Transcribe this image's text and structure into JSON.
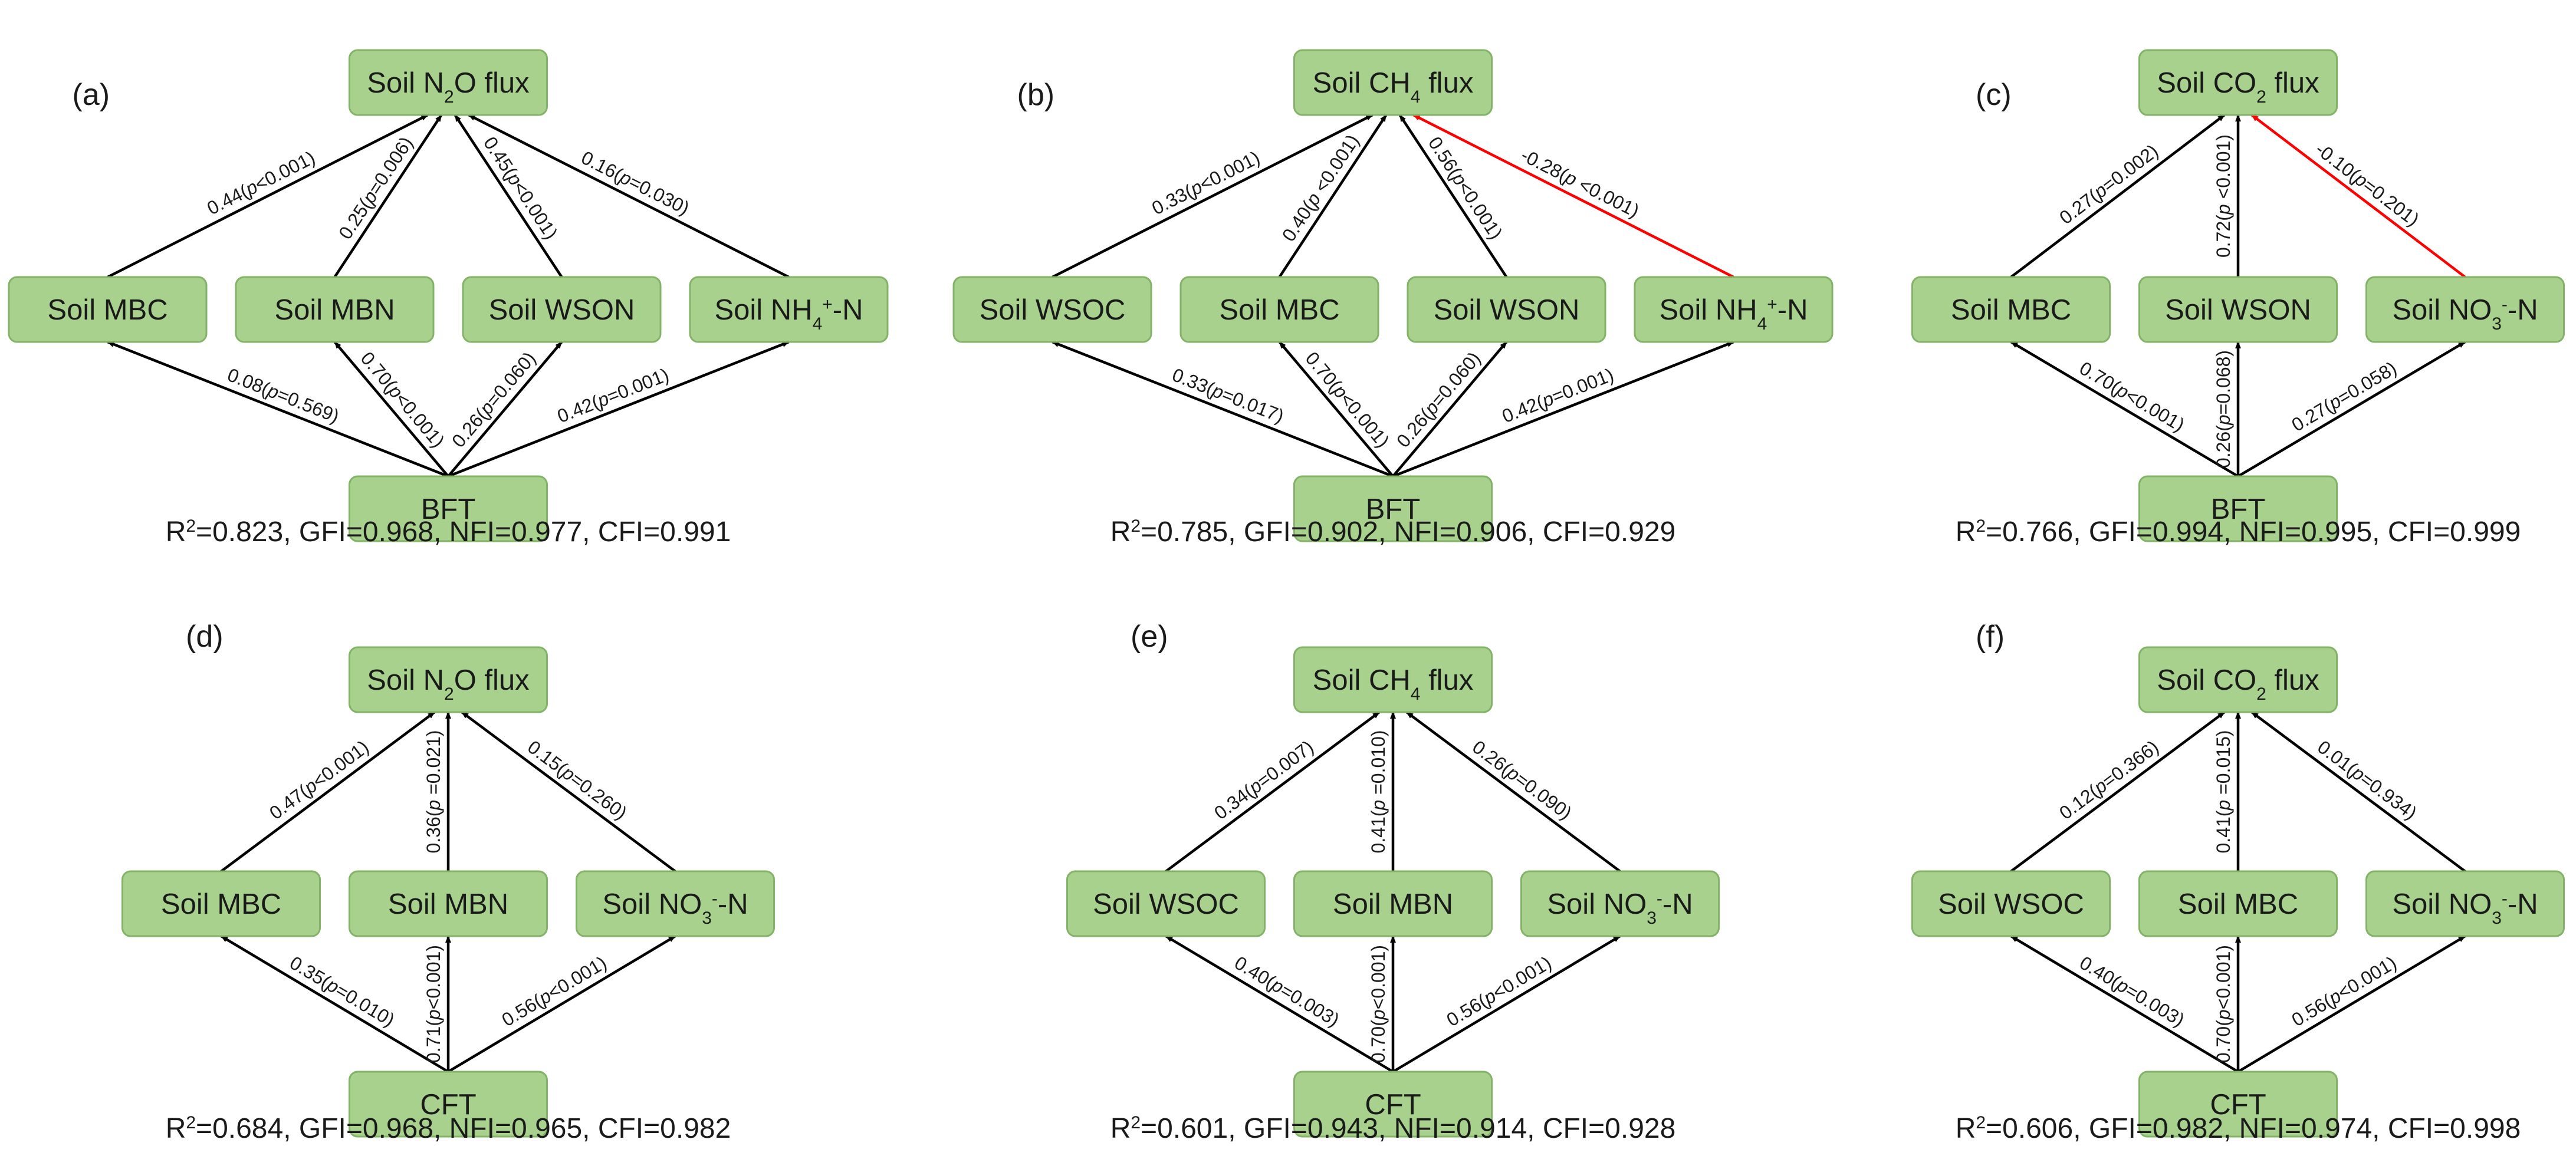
{
  "colors": {
    "box_fill": "#a9d18e",
    "box_stroke": "#82b366",
    "positive_path": "#000000",
    "negative_path": "#ff0000"
  },
  "panels": [
    {
      "id": "a",
      "letter": "(a)",
      "target": {
        "id": "t",
        "label": [
          [
            "Soil N"
          ],
          [
            "2",
            "sub"
          ],
          [
            "O flux"
          ]
        ]
      },
      "mediators": [
        {
          "id": "m1",
          "label": [
            [
              "Soil MBC"
            ]
          ]
        },
        {
          "id": "m2",
          "label": [
            [
              "Soil MBN"
            ]
          ]
        },
        {
          "id": "m3",
          "label": [
            [
              "Soil WSON"
            ]
          ]
        },
        {
          "id": "m4",
          "label": [
            [
              "Soil NH"
            ],
            [
              "4",
              "sub"
            ],
            [
              "+",
              "sup"
            ],
            [
              "-N"
            ]
          ]
        }
      ],
      "source": {
        "id": "s",
        "label": [
          [
            "BFT"
          ]
        ]
      },
      "paths": [
        {
          "from": "m1",
          "to": "t",
          "label": [
            [
              "0.44("
            ],
            [
              "p",
              "i"
            ],
            [
              "<0.001)"
            ]
          ],
          "sign": "pos"
        },
        {
          "from": "m2",
          "to": "t",
          "label": [
            [
              "0.25("
            ],
            [
              "p",
              "i"
            ],
            [
              "=0.006)"
            ]
          ],
          "sign": "pos"
        },
        {
          "from": "m3",
          "to": "t",
          "label": [
            [
              "0.45("
            ],
            [
              "p",
              "i"
            ],
            [
              "<0.001)"
            ]
          ],
          "sign": "pos"
        },
        {
          "from": "m4",
          "to": "t",
          "label": [
            [
              "0.16("
            ],
            [
              "p",
              "i"
            ],
            [
              "=0.030)"
            ]
          ],
          "sign": "pos"
        },
        {
          "from": "s",
          "to": "m1",
          "label": [
            [
              "0.08("
            ],
            [
              "p",
              "i"
            ],
            [
              "=0.569)"
            ]
          ],
          "sign": "pos"
        },
        {
          "from": "s",
          "to": "m2",
          "label": [
            [
              "0.70("
            ],
            [
              "p",
              "i"
            ],
            [
              "<0.001)"
            ]
          ],
          "sign": "pos"
        },
        {
          "from": "s",
          "to": "m3",
          "label": [
            [
              "0.26("
            ],
            [
              "p",
              "i"
            ],
            [
              "=0.060)"
            ]
          ],
          "sign": "pos"
        },
        {
          "from": "s",
          "to": "m4",
          "label": [
            [
              "0.42("
            ],
            [
              "p",
              "i"
            ],
            [
              "=0.001)"
            ]
          ],
          "sign": "pos"
        }
      ],
      "fit": [
        [
          "R"
        ],
        [
          "2",
          "sup"
        ],
        [
          "=0.823, GFI=0.968, NFI=0.977, CFI=0.991"
        ]
      ]
    },
    {
      "id": "b",
      "letter": "(b)",
      "target": {
        "id": "t",
        "label": [
          [
            "Soil CH"
          ],
          [
            "4",
            "sub"
          ],
          [
            " flux"
          ]
        ]
      },
      "mediators": [
        {
          "id": "m1",
          "label": [
            [
              "Soil WSOC"
            ]
          ]
        },
        {
          "id": "m2",
          "label": [
            [
              "Soil MBC"
            ]
          ]
        },
        {
          "id": "m3",
          "label": [
            [
              "Soil WSON"
            ]
          ]
        },
        {
          "id": "m4",
          "label": [
            [
              "Soil NH"
            ],
            [
              "4",
              "sub"
            ],
            [
              "+",
              "sup"
            ],
            [
              "-N"
            ]
          ]
        }
      ],
      "source": {
        "id": "s",
        "label": [
          [
            "BFT"
          ]
        ]
      },
      "paths": [
        {
          "from": "m1",
          "to": "t",
          "label": [
            [
              "0.33("
            ],
            [
              "p",
              "i"
            ],
            [
              "<0.001)"
            ]
          ],
          "sign": "pos"
        },
        {
          "from": "m2",
          "to": "t",
          "label": [
            [
              "0.40("
            ],
            [
              "p",
              "i"
            ],
            [
              " <0.001)"
            ]
          ],
          "sign": "pos"
        },
        {
          "from": "m3",
          "to": "t",
          "label": [
            [
              "0.56("
            ],
            [
              "p",
              "i"
            ],
            [
              "<0.001)"
            ]
          ],
          "sign": "pos"
        },
        {
          "from": "m4",
          "to": "t",
          "label": [
            [
              "-0.28("
            ],
            [
              "p",
              "i"
            ],
            [
              " <0.001)"
            ]
          ],
          "sign": "neg"
        },
        {
          "from": "s",
          "to": "m1",
          "label": [
            [
              "0.33("
            ],
            [
              "p",
              "i"
            ],
            [
              "=0.017)"
            ]
          ],
          "sign": "pos"
        },
        {
          "from": "s",
          "to": "m2",
          "label": [
            [
              "0.70("
            ],
            [
              "p",
              "i"
            ],
            [
              "<0.001)"
            ]
          ],
          "sign": "pos"
        },
        {
          "from": "s",
          "to": "m3",
          "label": [
            [
              "0.26("
            ],
            [
              "p",
              "i"
            ],
            [
              "=0.060)"
            ]
          ],
          "sign": "pos"
        },
        {
          "from": "s",
          "to": "m4",
          "label": [
            [
              "0.42("
            ],
            [
              "p",
              "i"
            ],
            [
              "=0.001)"
            ]
          ],
          "sign": "pos"
        }
      ],
      "fit": [
        [
          "R"
        ],
        [
          "2",
          "sup"
        ],
        [
          "=0.785, GFI=0.902, NFI=0.906, CFI=0.929"
        ]
      ]
    },
    {
      "id": "c",
      "letter": "(c)",
      "target": {
        "id": "t",
        "label": [
          [
            "Soil CO"
          ],
          [
            "2",
            "sub"
          ],
          [
            " flux"
          ]
        ]
      },
      "mediators": [
        {
          "id": "m1",
          "label": [
            [
              "Soil MBC"
            ]
          ]
        },
        {
          "id": "m2",
          "label": [
            [
              "Soil WSON"
            ]
          ]
        },
        {
          "id": "m3",
          "label": [
            [
              "Soil NO"
            ],
            [
              "3",
              "sub"
            ],
            [
              "-",
              "sup"
            ],
            [
              "-N"
            ]
          ]
        }
      ],
      "source": {
        "id": "s",
        "label": [
          [
            "BFT"
          ]
        ]
      },
      "paths": [
        {
          "from": "m1",
          "to": "t",
          "label": [
            [
              "0.27("
            ],
            [
              "p",
              "i"
            ],
            [
              "=0.002)"
            ]
          ],
          "sign": "pos"
        },
        {
          "from": "m2",
          "to": "t",
          "label": [
            [
              "0.72("
            ],
            [
              "p",
              "i"
            ],
            [
              " <0.001)"
            ]
          ],
          "sign": "pos"
        },
        {
          "from": "m3",
          "to": "t",
          "label": [
            [
              "-0.10("
            ],
            [
              "p",
              "i"
            ],
            [
              "=0.201)"
            ]
          ],
          "sign": "neg"
        },
        {
          "from": "s",
          "to": "m1",
          "label": [
            [
              "0.70("
            ],
            [
              "p",
              "i"
            ],
            [
              "<0.001)"
            ]
          ],
          "sign": "pos"
        },
        {
          "from": "s",
          "to": "m2",
          "label": [
            [
              "0.26("
            ],
            [
              "p",
              "i"
            ],
            [
              "=0.068)"
            ]
          ],
          "sign": "pos"
        },
        {
          "from": "s",
          "to": "m3",
          "label": [
            [
              "0.27("
            ],
            [
              "p",
              "i"
            ],
            [
              "=0.058)"
            ]
          ],
          "sign": "pos"
        }
      ],
      "fit": [
        [
          "R"
        ],
        [
          "2",
          "sup"
        ],
        [
          "=0.766, GFI=0.994, NFI=0.995, CFI=0.999"
        ]
      ]
    },
    {
      "id": "d",
      "letter": "(d)",
      "target": {
        "id": "t",
        "label": [
          [
            "Soil N"
          ],
          [
            "2",
            "sub"
          ],
          [
            "O flux"
          ]
        ]
      },
      "mediators": [
        {
          "id": "m1",
          "label": [
            [
              "Soil MBC"
            ]
          ]
        },
        {
          "id": "m2",
          "label": [
            [
              "Soil MBN"
            ]
          ]
        },
        {
          "id": "m3",
          "label": [
            [
              "Soil NO"
            ],
            [
              "3",
              "sub"
            ],
            [
              "-",
              "sup"
            ],
            [
              "-N"
            ]
          ]
        }
      ],
      "source": {
        "id": "s",
        "label": [
          [
            "CFT"
          ]
        ]
      },
      "paths": [
        {
          "from": "m1",
          "to": "t",
          "label": [
            [
              "0.47("
            ],
            [
              "p",
              "i"
            ],
            [
              "<0.001)"
            ]
          ],
          "sign": "pos"
        },
        {
          "from": "m2",
          "to": "t",
          "label": [
            [
              "0.36("
            ],
            [
              "p",
              "i"
            ],
            [
              " =0.021)"
            ]
          ],
          "sign": "pos"
        },
        {
          "from": "m3",
          "to": "t",
          "label": [
            [
              "0.15("
            ],
            [
              "p",
              "i"
            ],
            [
              "=0.260)"
            ]
          ],
          "sign": "pos"
        },
        {
          "from": "s",
          "to": "m1",
          "label": [
            [
              "0.35("
            ],
            [
              "p",
              "i"
            ],
            [
              "=0.010)"
            ]
          ],
          "sign": "pos"
        },
        {
          "from": "s",
          "to": "m2",
          "label": [
            [
              "0.71("
            ],
            [
              "p",
              "i"
            ],
            [
              "<0.001)"
            ]
          ],
          "sign": "pos"
        },
        {
          "from": "s",
          "to": "m3",
          "label": [
            [
              "0.56("
            ],
            [
              "p",
              "i"
            ],
            [
              "<0.001)"
            ]
          ],
          "sign": "pos"
        }
      ],
      "fit": [
        [
          "R"
        ],
        [
          "2",
          "sup"
        ],
        [
          "=0.684, GFI=0.968, NFI=0.965, CFI=0.982"
        ]
      ]
    },
    {
      "id": "e",
      "letter": "(e)",
      "target": {
        "id": "t",
        "label": [
          [
            "Soil CH"
          ],
          [
            "4",
            "sub"
          ],
          [
            " flux"
          ]
        ]
      },
      "mediators": [
        {
          "id": "m1",
          "label": [
            [
              "Soil WSOC"
            ]
          ]
        },
        {
          "id": "m2",
          "label": [
            [
              "Soil MBN"
            ]
          ]
        },
        {
          "id": "m3",
          "label": [
            [
              "Soil NO"
            ],
            [
              "3",
              "sub"
            ],
            [
              "-",
              "sup"
            ],
            [
              "-N"
            ]
          ]
        }
      ],
      "source": {
        "id": "s",
        "label": [
          [
            "CFT"
          ]
        ]
      },
      "paths": [
        {
          "from": "m1",
          "to": "t",
          "label": [
            [
              "0.34("
            ],
            [
              "p",
              "i"
            ],
            [
              "=0.007)"
            ]
          ],
          "sign": "pos"
        },
        {
          "from": "m2",
          "to": "t",
          "label": [
            [
              "0.41("
            ],
            [
              "p",
              "i"
            ],
            [
              " =0.010)"
            ]
          ],
          "sign": "pos"
        },
        {
          "from": "m3",
          "to": "t",
          "label": [
            [
              "0.26("
            ],
            [
              "p",
              "i"
            ],
            [
              "=0.090)"
            ]
          ],
          "sign": "pos"
        },
        {
          "from": "s",
          "to": "m1",
          "label": [
            [
              "0.40("
            ],
            [
              "p",
              "i"
            ],
            [
              "=0.003)"
            ]
          ],
          "sign": "pos"
        },
        {
          "from": "s",
          "to": "m2",
          "label": [
            [
              "0.70("
            ],
            [
              "p",
              "i"
            ],
            [
              "<0.001)"
            ]
          ],
          "sign": "pos"
        },
        {
          "from": "s",
          "to": "m3",
          "label": [
            [
              "0.56("
            ],
            [
              "p",
              "i"
            ],
            [
              "<0.001)"
            ]
          ],
          "sign": "pos"
        }
      ],
      "fit": [
        [
          "R"
        ],
        [
          "2",
          "sup"
        ],
        [
          "=0.601, GFI=0.943, NFI=0.914, CFI=0.928"
        ]
      ]
    },
    {
      "id": "f",
      "letter": "(f)",
      "target": {
        "id": "t",
        "label": [
          [
            "Soil CO"
          ],
          [
            "2",
            "sub"
          ],
          [
            " flux"
          ]
        ]
      },
      "mediators": [
        {
          "id": "m1",
          "label": [
            [
              "Soil WSOC"
            ]
          ]
        },
        {
          "id": "m2",
          "label": [
            [
              "Soil MBC"
            ]
          ]
        },
        {
          "id": "m3",
          "label": [
            [
              "Soil NO"
            ],
            [
              "3",
              "sub"
            ],
            [
              "-",
              "sup"
            ],
            [
              "-N"
            ]
          ]
        }
      ],
      "source": {
        "id": "s",
        "label": [
          [
            "CFT"
          ]
        ]
      },
      "paths": [
        {
          "from": "m1",
          "to": "t",
          "label": [
            [
              "0.12("
            ],
            [
              "p",
              "i"
            ],
            [
              "=0.366)"
            ]
          ],
          "sign": "pos"
        },
        {
          "from": "m2",
          "to": "t",
          "label": [
            [
              "0.41("
            ],
            [
              "p",
              "i"
            ],
            [
              " =0.015)"
            ]
          ],
          "sign": "pos"
        },
        {
          "from": "m3",
          "to": "t",
          "label": [
            [
              "0.01("
            ],
            [
              "p",
              "i"
            ],
            [
              "=0.934)"
            ]
          ],
          "sign": "pos"
        },
        {
          "from": "s",
          "to": "m1",
          "label": [
            [
              "0.40("
            ],
            [
              "p",
              "i"
            ],
            [
              "=0.003)"
            ]
          ],
          "sign": "pos"
        },
        {
          "from": "s",
          "to": "m2",
          "label": [
            [
              "0.70("
            ],
            [
              "p",
              "i"
            ],
            [
              "<0.001)"
            ]
          ],
          "sign": "pos"
        },
        {
          "from": "s",
          "to": "m3",
          "label": [
            [
              "0.56("
            ],
            [
              "p",
              "i"
            ],
            [
              "<0.001)"
            ]
          ],
          "sign": "pos"
        }
      ],
      "fit": [
        [
          "R"
        ],
        [
          "2",
          "sup"
        ],
        [
          "=0.606, GFI=0.982, NFI=0.974, CFI=0.998"
        ]
      ]
    }
  ]
}
